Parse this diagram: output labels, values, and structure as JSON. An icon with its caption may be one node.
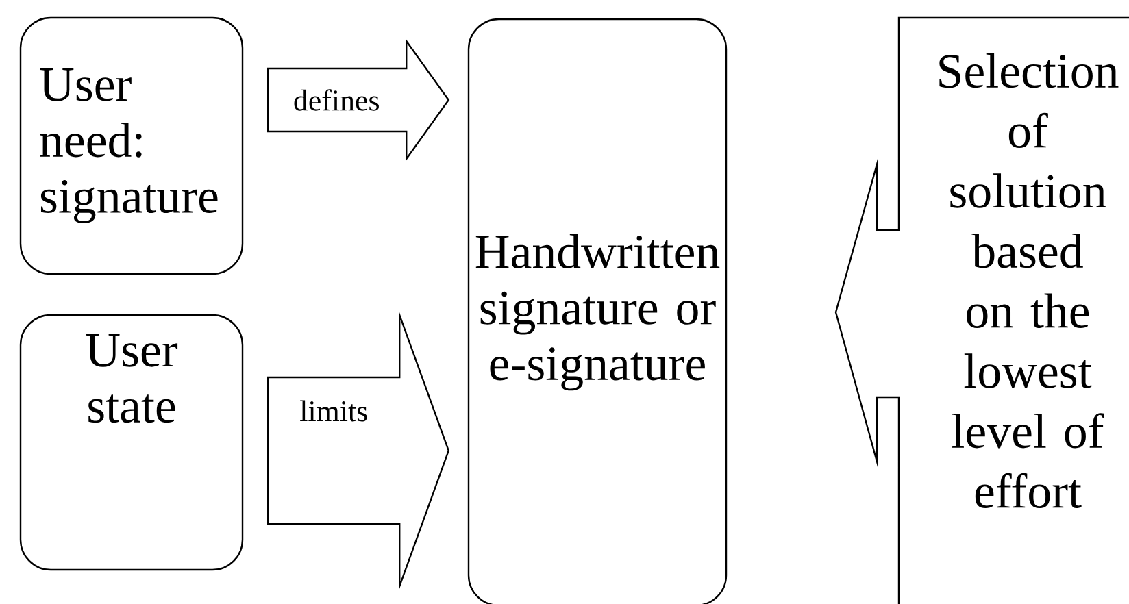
{
  "diagram": {
    "nodes": [
      {
        "text": [
          "User need: signature"
        ]
      },
      {
        "text": [
          "User state"
        ]
      },
      {
        "text": [
          "Handwritten signature or e-signature"
        ]
      },
      {
        "text": [
          "Selection of solution based on the lowest level of effort"
        ]
      }
    ],
    "edges": [
      {
        "from": 0,
        "to": 2,
        "arrow": "to",
        "label": "defines"
      },
      {
        "from": 1,
        "to": 2,
        "arrow": "to",
        "label": "limits"
      }
    ]
  }
}
